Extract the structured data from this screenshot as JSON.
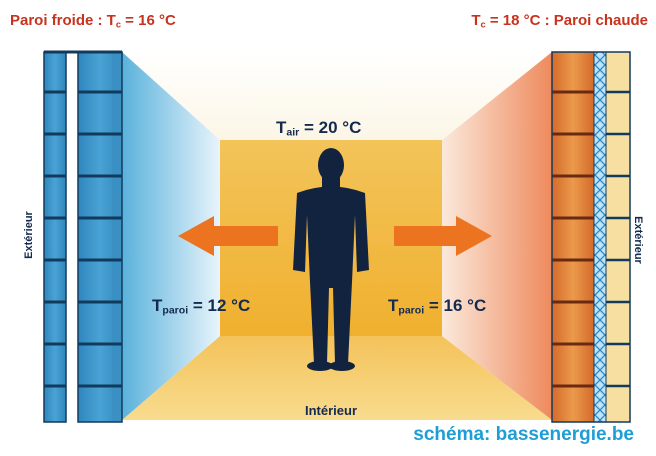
{
  "header": {
    "left": {
      "prefix": "Paroi froide : T",
      "sub": "c",
      "value": " = 16 °C"
    },
    "right": {
      "prefix": "T",
      "sub": "c",
      "value": " = 18 °C : Paroi chaude"
    }
  },
  "room": {
    "air": {
      "prefix": "T",
      "sub": "air",
      "value": " = 20 °C"
    },
    "left_wall": {
      "prefix": "T",
      "sub": "paroi",
      "value": " = 12 °C"
    },
    "right_wall": {
      "prefix": "T",
      "sub": "paroi",
      "value": " = 16 °C"
    },
    "floor_label": "Intérieur"
  },
  "sides": {
    "left": "Extérieur",
    "right": "Extérieur"
  },
  "credit": "schéma: bassenergie.be",
  "colors": {
    "cold_wall": "#4aa3d4",
    "warm_wall": "#e08a3a",
    "room": "#f2b531",
    "arrow": "#ec7320",
    "person": "#12233f",
    "label_red": "#c8321e",
    "credit_blue": "#1e9ed6"
  }
}
